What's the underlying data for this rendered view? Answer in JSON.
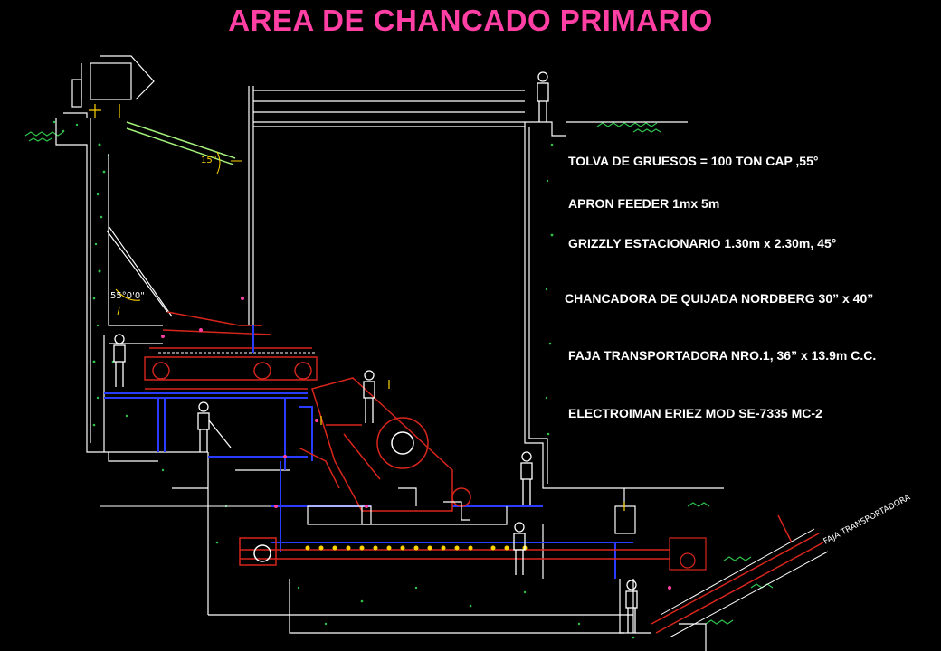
{
  "title": "AREA DE CHANCADO PRIMARIO",
  "colors": {
    "title": "#ff3fa4",
    "background": "#000000",
    "structure": "#ffffff",
    "steel": "#d8261c",
    "platform": "#2a3cff",
    "vegetation": "#2fc24a",
    "dimension": "#ffd400",
    "conveyor": "#a4f07a"
  },
  "specs": [
    "TOLVA DE  GRUESOS = 100 TON CAP  ,55°",
    "APRON FEEDER 1mx 5m",
    "GRIZZLY ESTACIONARIO 1.30m x 2.30m,  45°",
    "CHANCADORA DE QUIJADA NORDBERG 30” x 40”",
    "FAJA  TRANSPORTADORA NRO.1,  36” x 13.9m  C.C.",
    "ELECTROIMAN ERIEZ MOD  SE-7335  MC-2"
  ],
  "drawing": {
    "angle_top": "15°",
    "angle_hopper": "55°0'0\"",
    "conveyor_label": "FAJA  TRANSPORTADORA"
  }
}
